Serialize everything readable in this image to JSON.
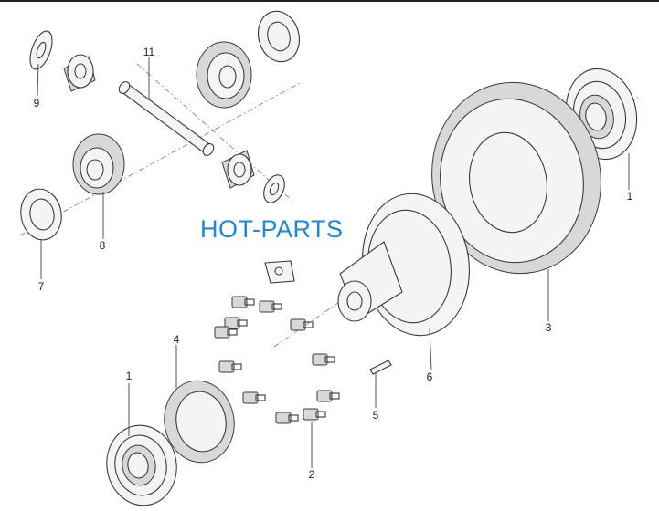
{
  "watermark": "HOT-PARTS",
  "callouts": {
    "c1a": "1",
    "c1b": "1",
    "c2": "2",
    "c3": "3",
    "c4": "4",
    "c5": "5",
    "c6": "6",
    "c7": "7",
    "c8": "8",
    "c9": "9",
    "c11": "11"
  },
  "colors": {
    "line": "#3a3a3a",
    "watermark": "#1a8ad8"
  }
}
